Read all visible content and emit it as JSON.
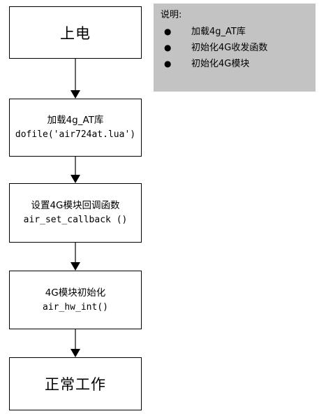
{
  "diagram": {
    "nodes": [
      {
        "id": "power-on",
        "lines": [
          "上电"
        ]
      },
      {
        "id": "load-lib",
        "lines": [
          "加载4g_AT库",
          "dofile('air724at.lua')"
        ]
      },
      {
        "id": "set-callback",
        "lines": [
          "设置4G模块回调函数",
          "air_set_callback ()"
        ]
      },
      {
        "id": "module-init",
        "lines": [
          "4G模块初始化",
          "air_hw_int()"
        ]
      },
      {
        "id": "normal-work",
        "lines": [
          "正常工作"
        ]
      }
    ],
    "edges": [
      {
        "from": "power-on",
        "to": "load-lib"
      },
      {
        "from": "load-lib",
        "to": "set-callback"
      },
      {
        "from": "set-callback",
        "to": "module-init"
      },
      {
        "from": "module-init",
        "to": "normal-work"
      }
    ]
  },
  "note": {
    "title": "说明:",
    "bullet": "●",
    "items": [
      "加载4g_AT库",
      "初始化4G收发函数",
      "初始化4G模块"
    ]
  },
  "colors": {
    "note_background": "#c3c3c3",
    "stroke": "#000000"
  }
}
